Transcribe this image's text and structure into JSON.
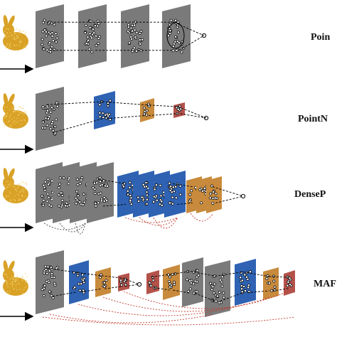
{
  "rows": [
    {
      "label": "Poin"
    },
    {
      "label": "PointN"
    },
    {
      "label": "DenseP"
    },
    {
      "label": "MAF"
    }
  ],
  "colors": {
    "gray": "#7a7a7a",
    "blue": "#2f62b3",
    "orange": "#c88a3c",
    "red": "#b4524a",
    "bunny": "#d9a227",
    "skip": "#c03a2e"
  }
}
